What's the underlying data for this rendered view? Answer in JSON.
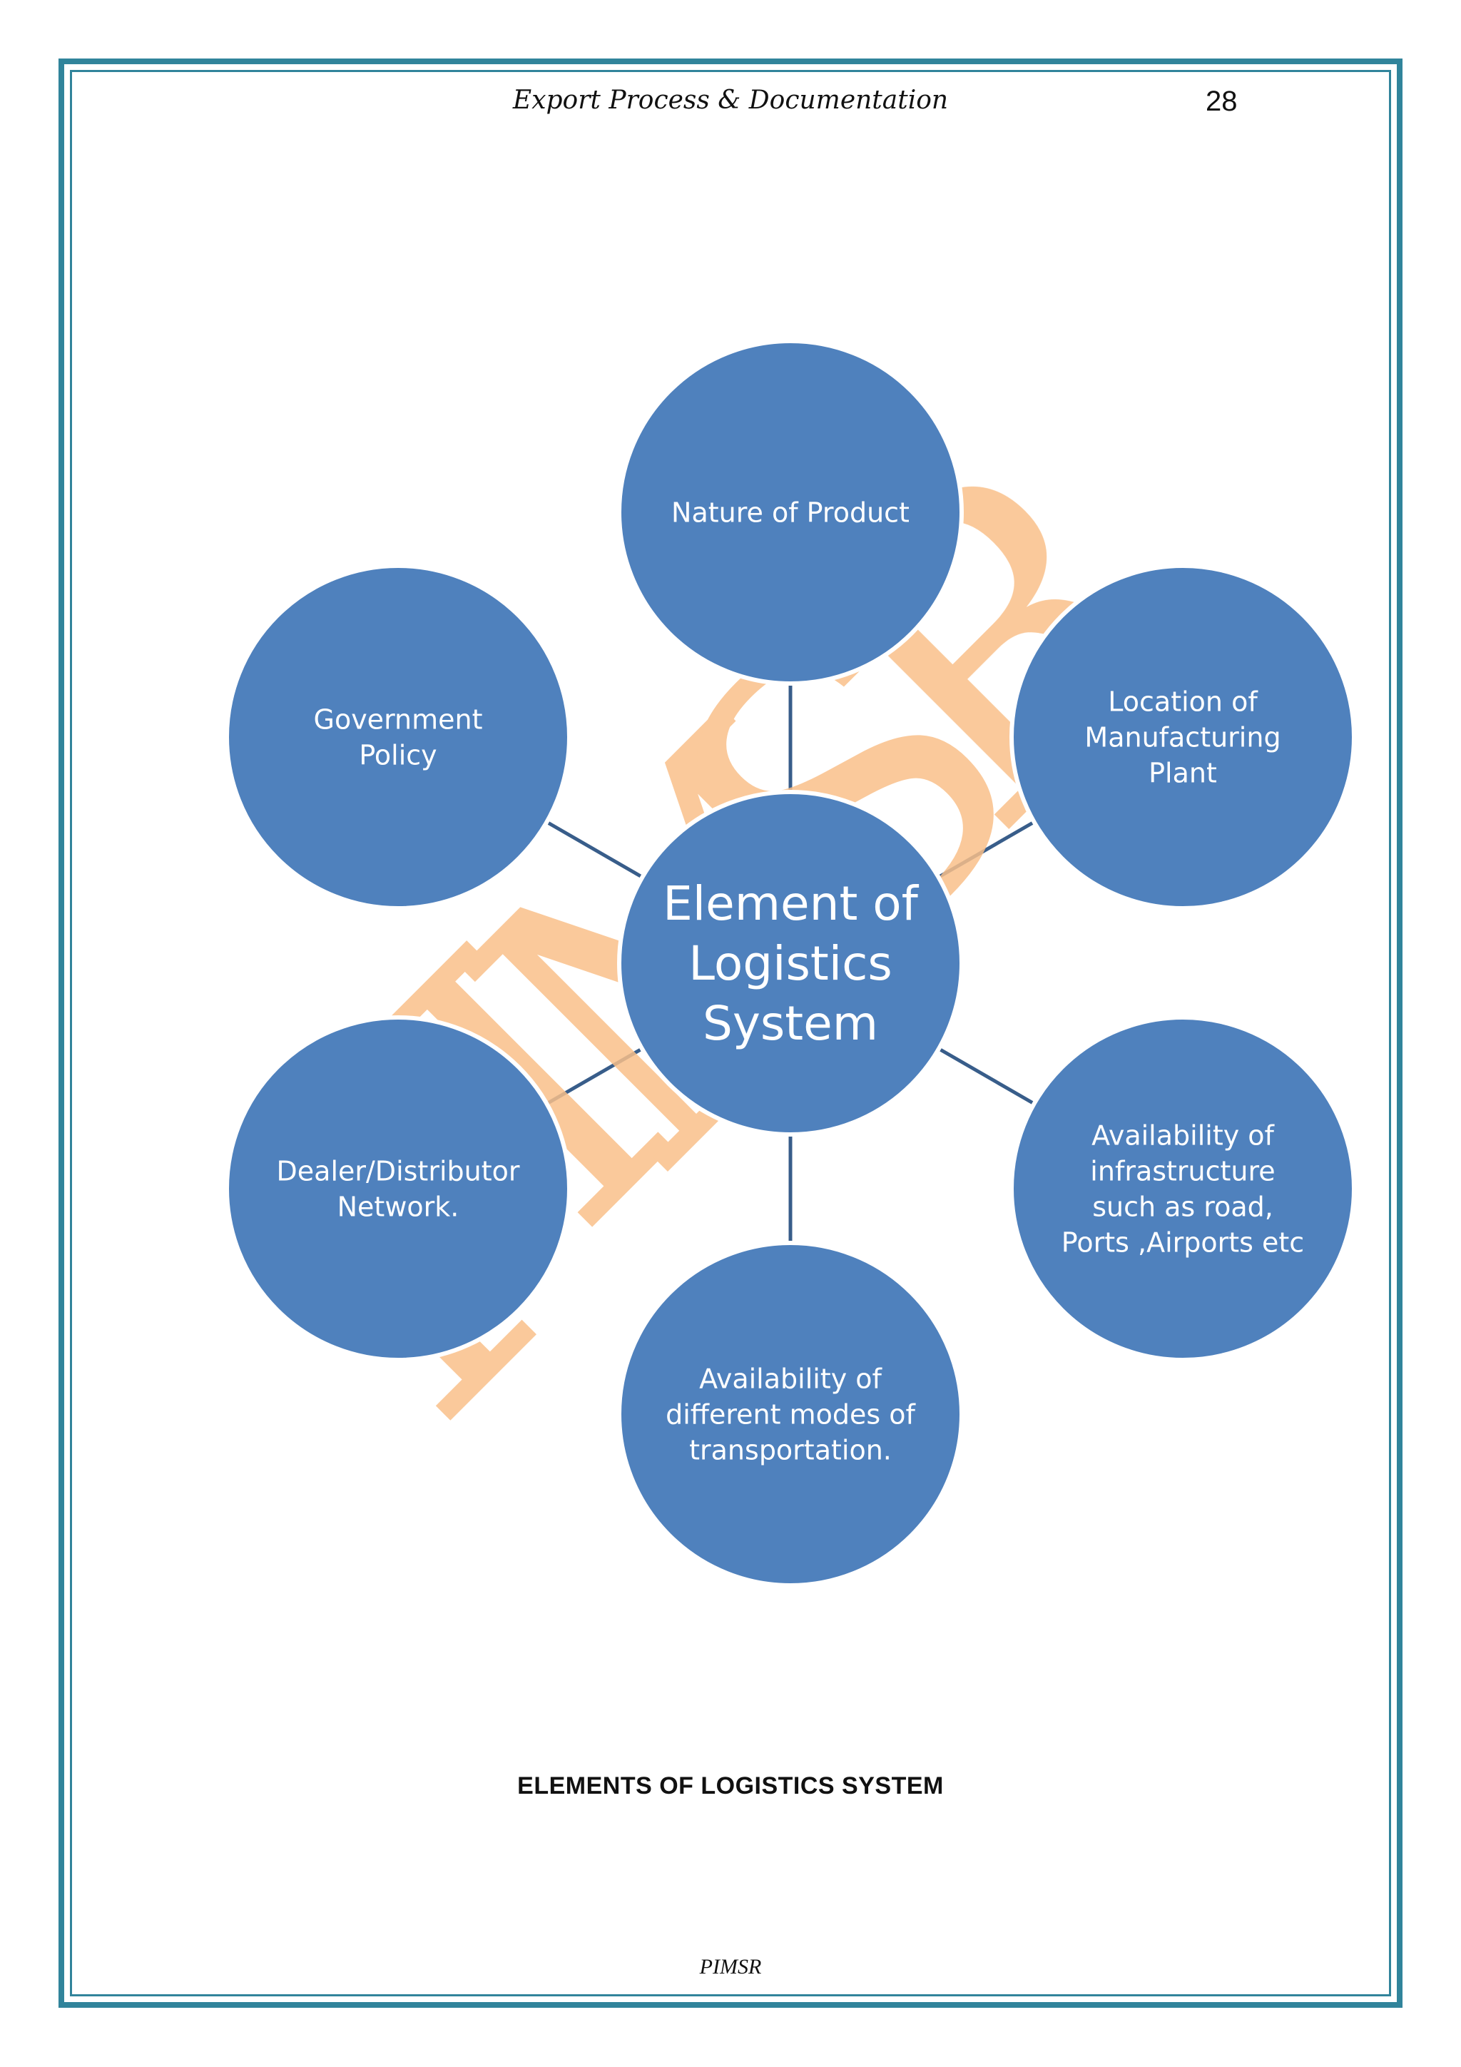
{
  "header": {
    "title": "Export Process & Documentation",
    "page_number": "28"
  },
  "watermark": {
    "text": "PIMSR",
    "color": "#f9c089"
  },
  "diagram": {
    "center": {
      "lines": [
        "Element of",
        "Logistics",
        "System"
      ]
    },
    "nodes": [
      {
        "id": "nature-of-product",
        "lines": [
          "Nature of Product"
        ]
      },
      {
        "id": "location-of-manufacturing-plant",
        "lines": [
          "Location of",
          "Manufacturing",
          "Plant"
        ]
      },
      {
        "id": "availability-of-infrastructure",
        "lines": [
          "Availability of",
          "infrastructure",
          "such as road,",
          "Ports ,Airports etc"
        ]
      },
      {
        "id": "availability-of-transportation-modes",
        "lines": [
          "Availability of",
          "different modes of",
          "transportation."
        ]
      },
      {
        "id": "dealer-distributor-network",
        "lines": [
          "Dealer/Distributor",
          "Network."
        ]
      },
      {
        "id": "government-policy",
        "lines": [
          "Government",
          "Policy"
        ]
      }
    ],
    "colors": {
      "circle_fill": "#4f81bd",
      "circle_stroke": "#ffffff",
      "connector": "#385d8a",
      "frame": "#31849b"
    }
  },
  "caption": "ELEMENTS OF LOGISTICS SYSTEM",
  "footer": "PIMSR"
}
